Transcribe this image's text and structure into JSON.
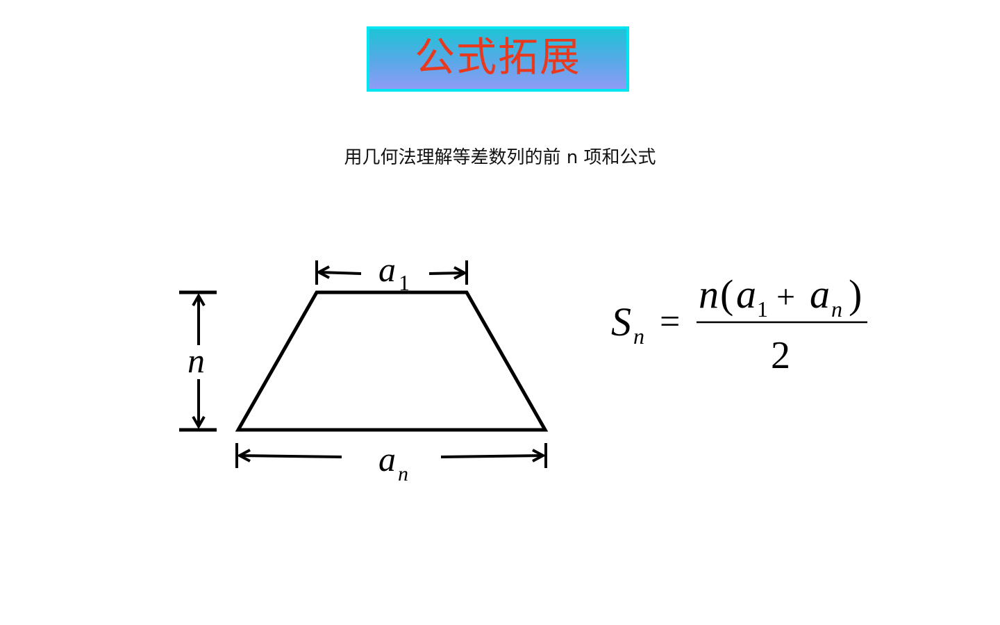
{
  "slide": {
    "title": "公式拓展",
    "subtitle": "用几何法理解等差数列的前 n 项和公式"
  },
  "diagram": {
    "top_label": {
      "base": "a",
      "sub": "1"
    },
    "bottom_label": {
      "base": "a",
      "sub": "n"
    },
    "height_label": "n"
  },
  "formula": {
    "lhs": {
      "base": "S",
      "sub": "n"
    },
    "equals": "=",
    "numerator": {
      "n": "n",
      "open_paren": "(",
      "a1_base": "a",
      "a1_sub": "1",
      "plus": "+",
      "an_base": "a",
      "an_sub": "n",
      "close_paren": ")"
    },
    "denominator": "2"
  },
  "colors": {
    "title_text": "#e8391e",
    "title_border": "#00e5f0",
    "title_bg_top": "#1ec3d6",
    "title_bg_bottom": "#8f9cf6",
    "ink": "#000000"
  }
}
